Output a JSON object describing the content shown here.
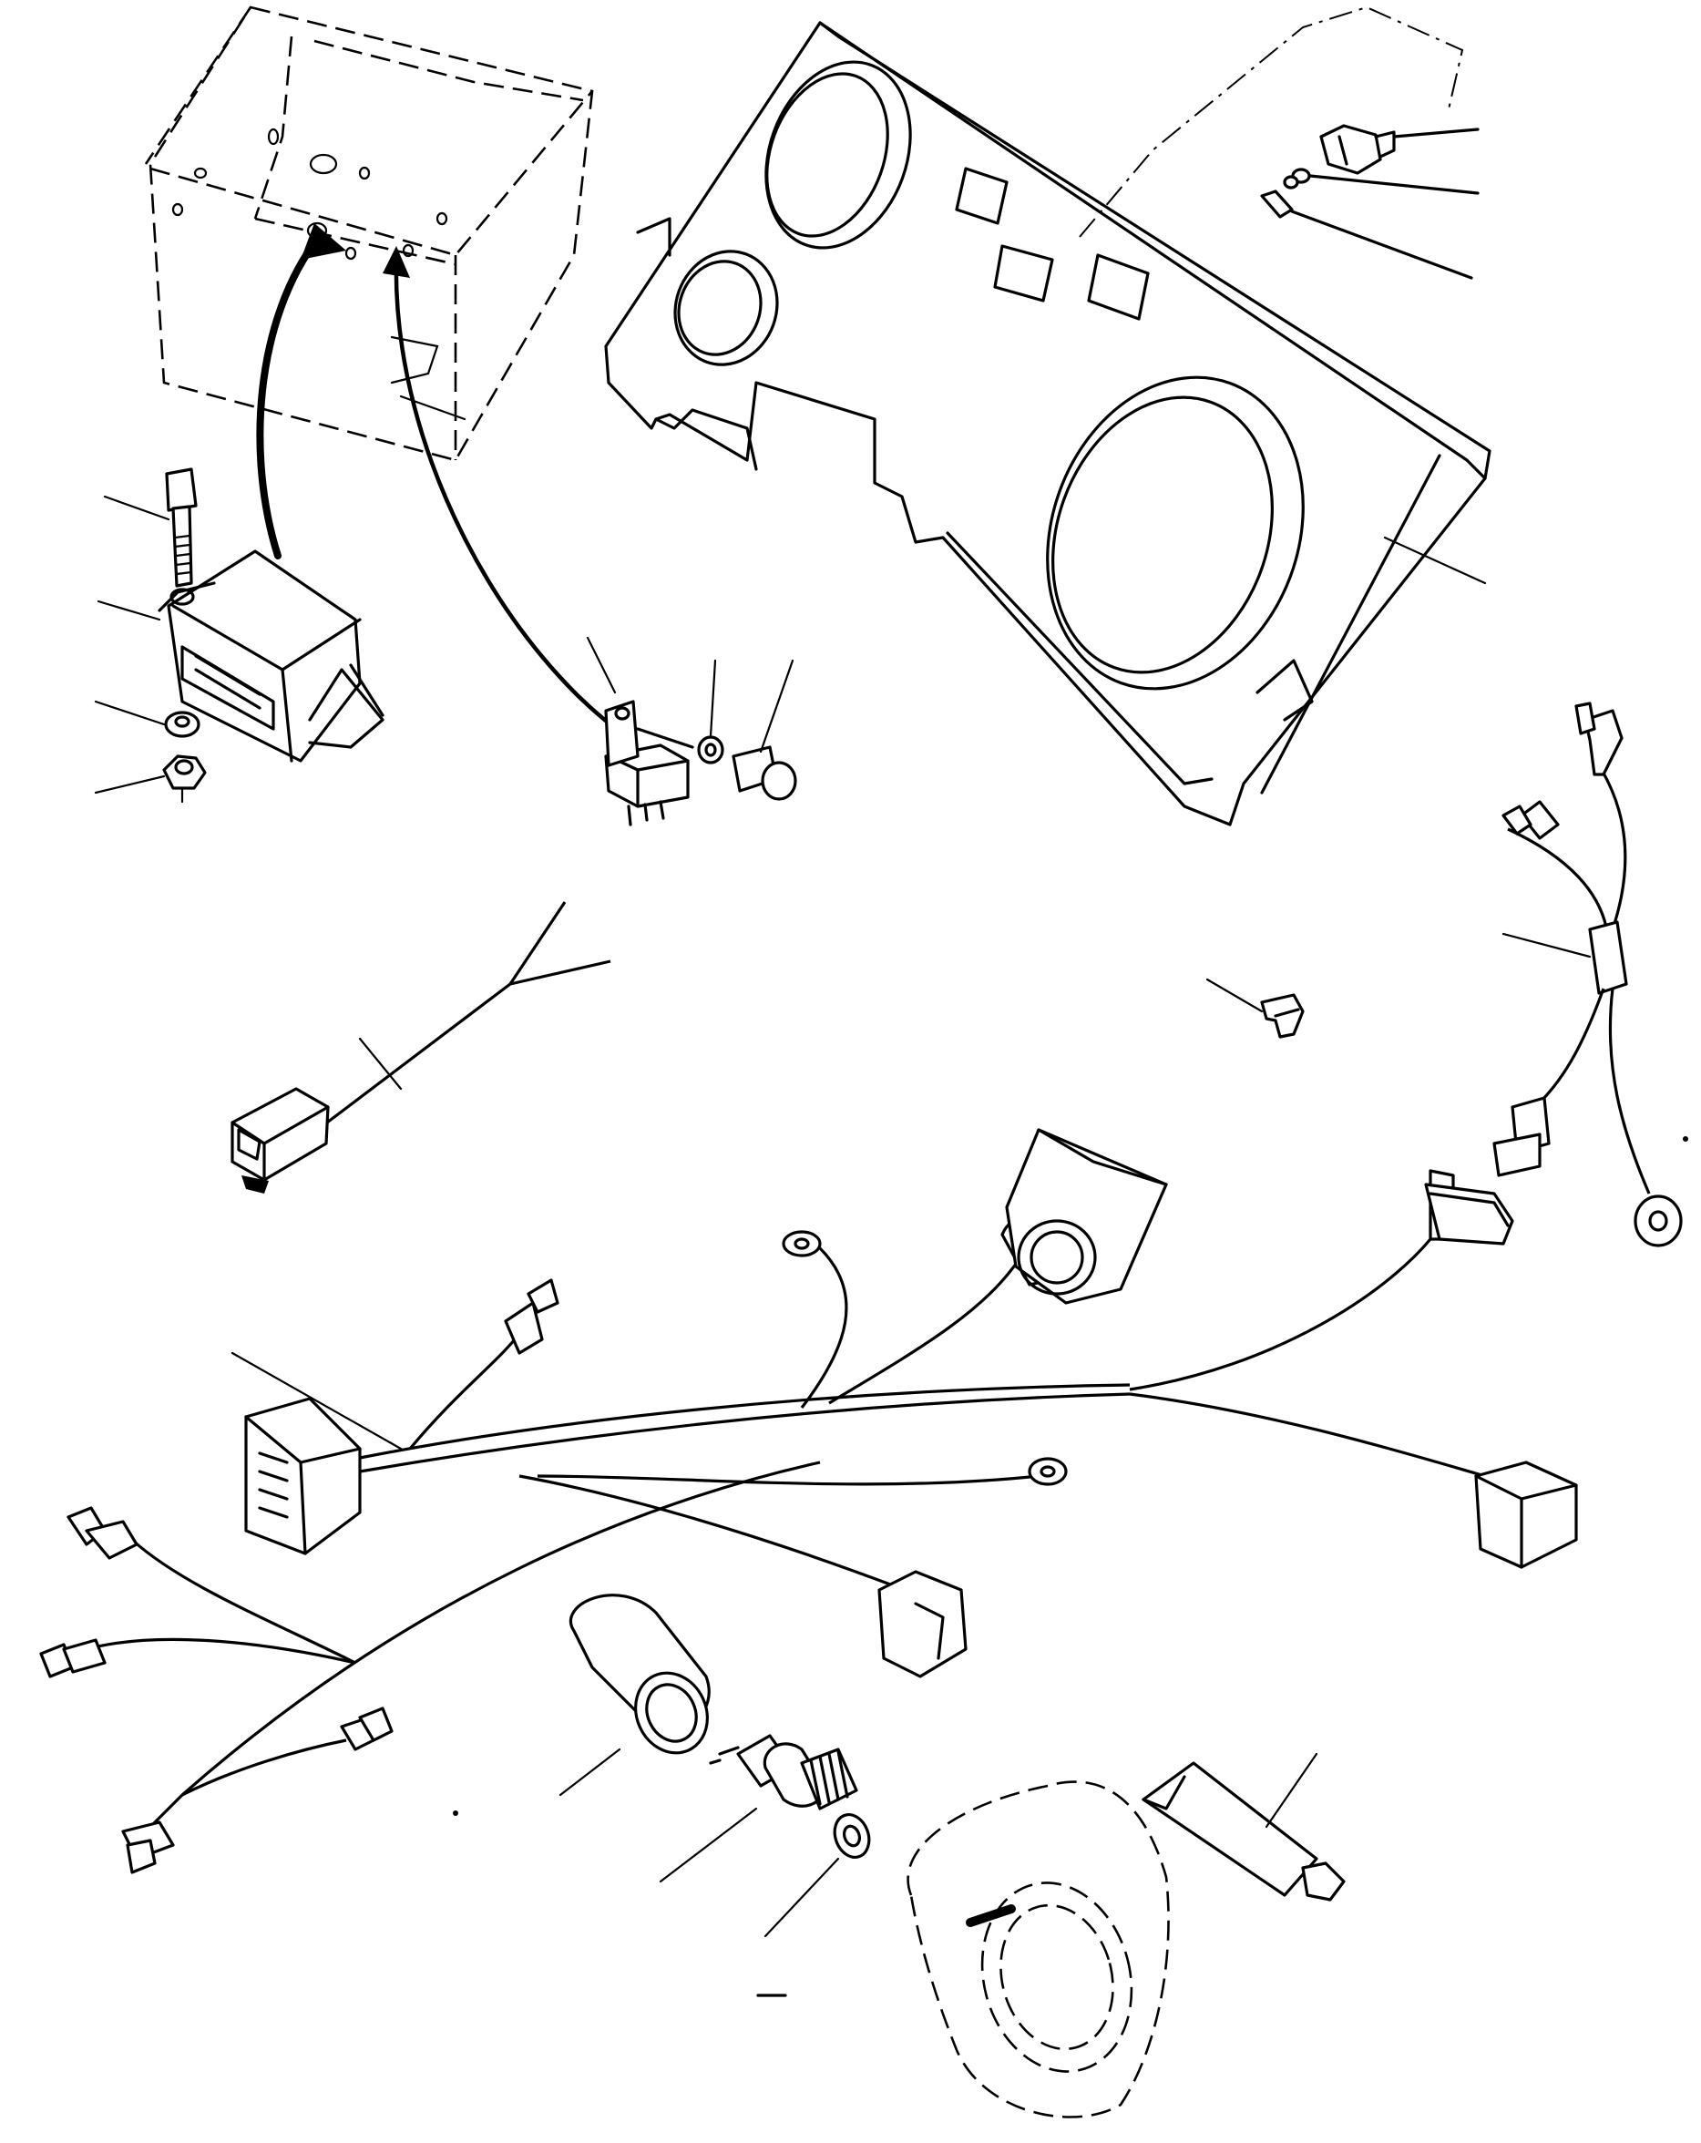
{
  "diagram": {
    "colors": {
      "line": "#000000",
      "background": "#ffffff"
    },
    "parts": [
      "panel-box",
      "instrument-panel-plate",
      "indicator-lamp-socket",
      "lamp-bulb",
      "lamp-clip",
      "flasher-unit",
      "mounting-bolt",
      "lock-washer",
      "hex-nut",
      "relay",
      "relay-washer",
      "relay-screw",
      "lead-wire",
      "connector-clip",
      "lamp-harness",
      "main-wiring-harness",
      "switch-sub-harness",
      "switch-cover",
      "pressure-switch",
      "gasket",
      "sealant-tube"
    ]
  }
}
